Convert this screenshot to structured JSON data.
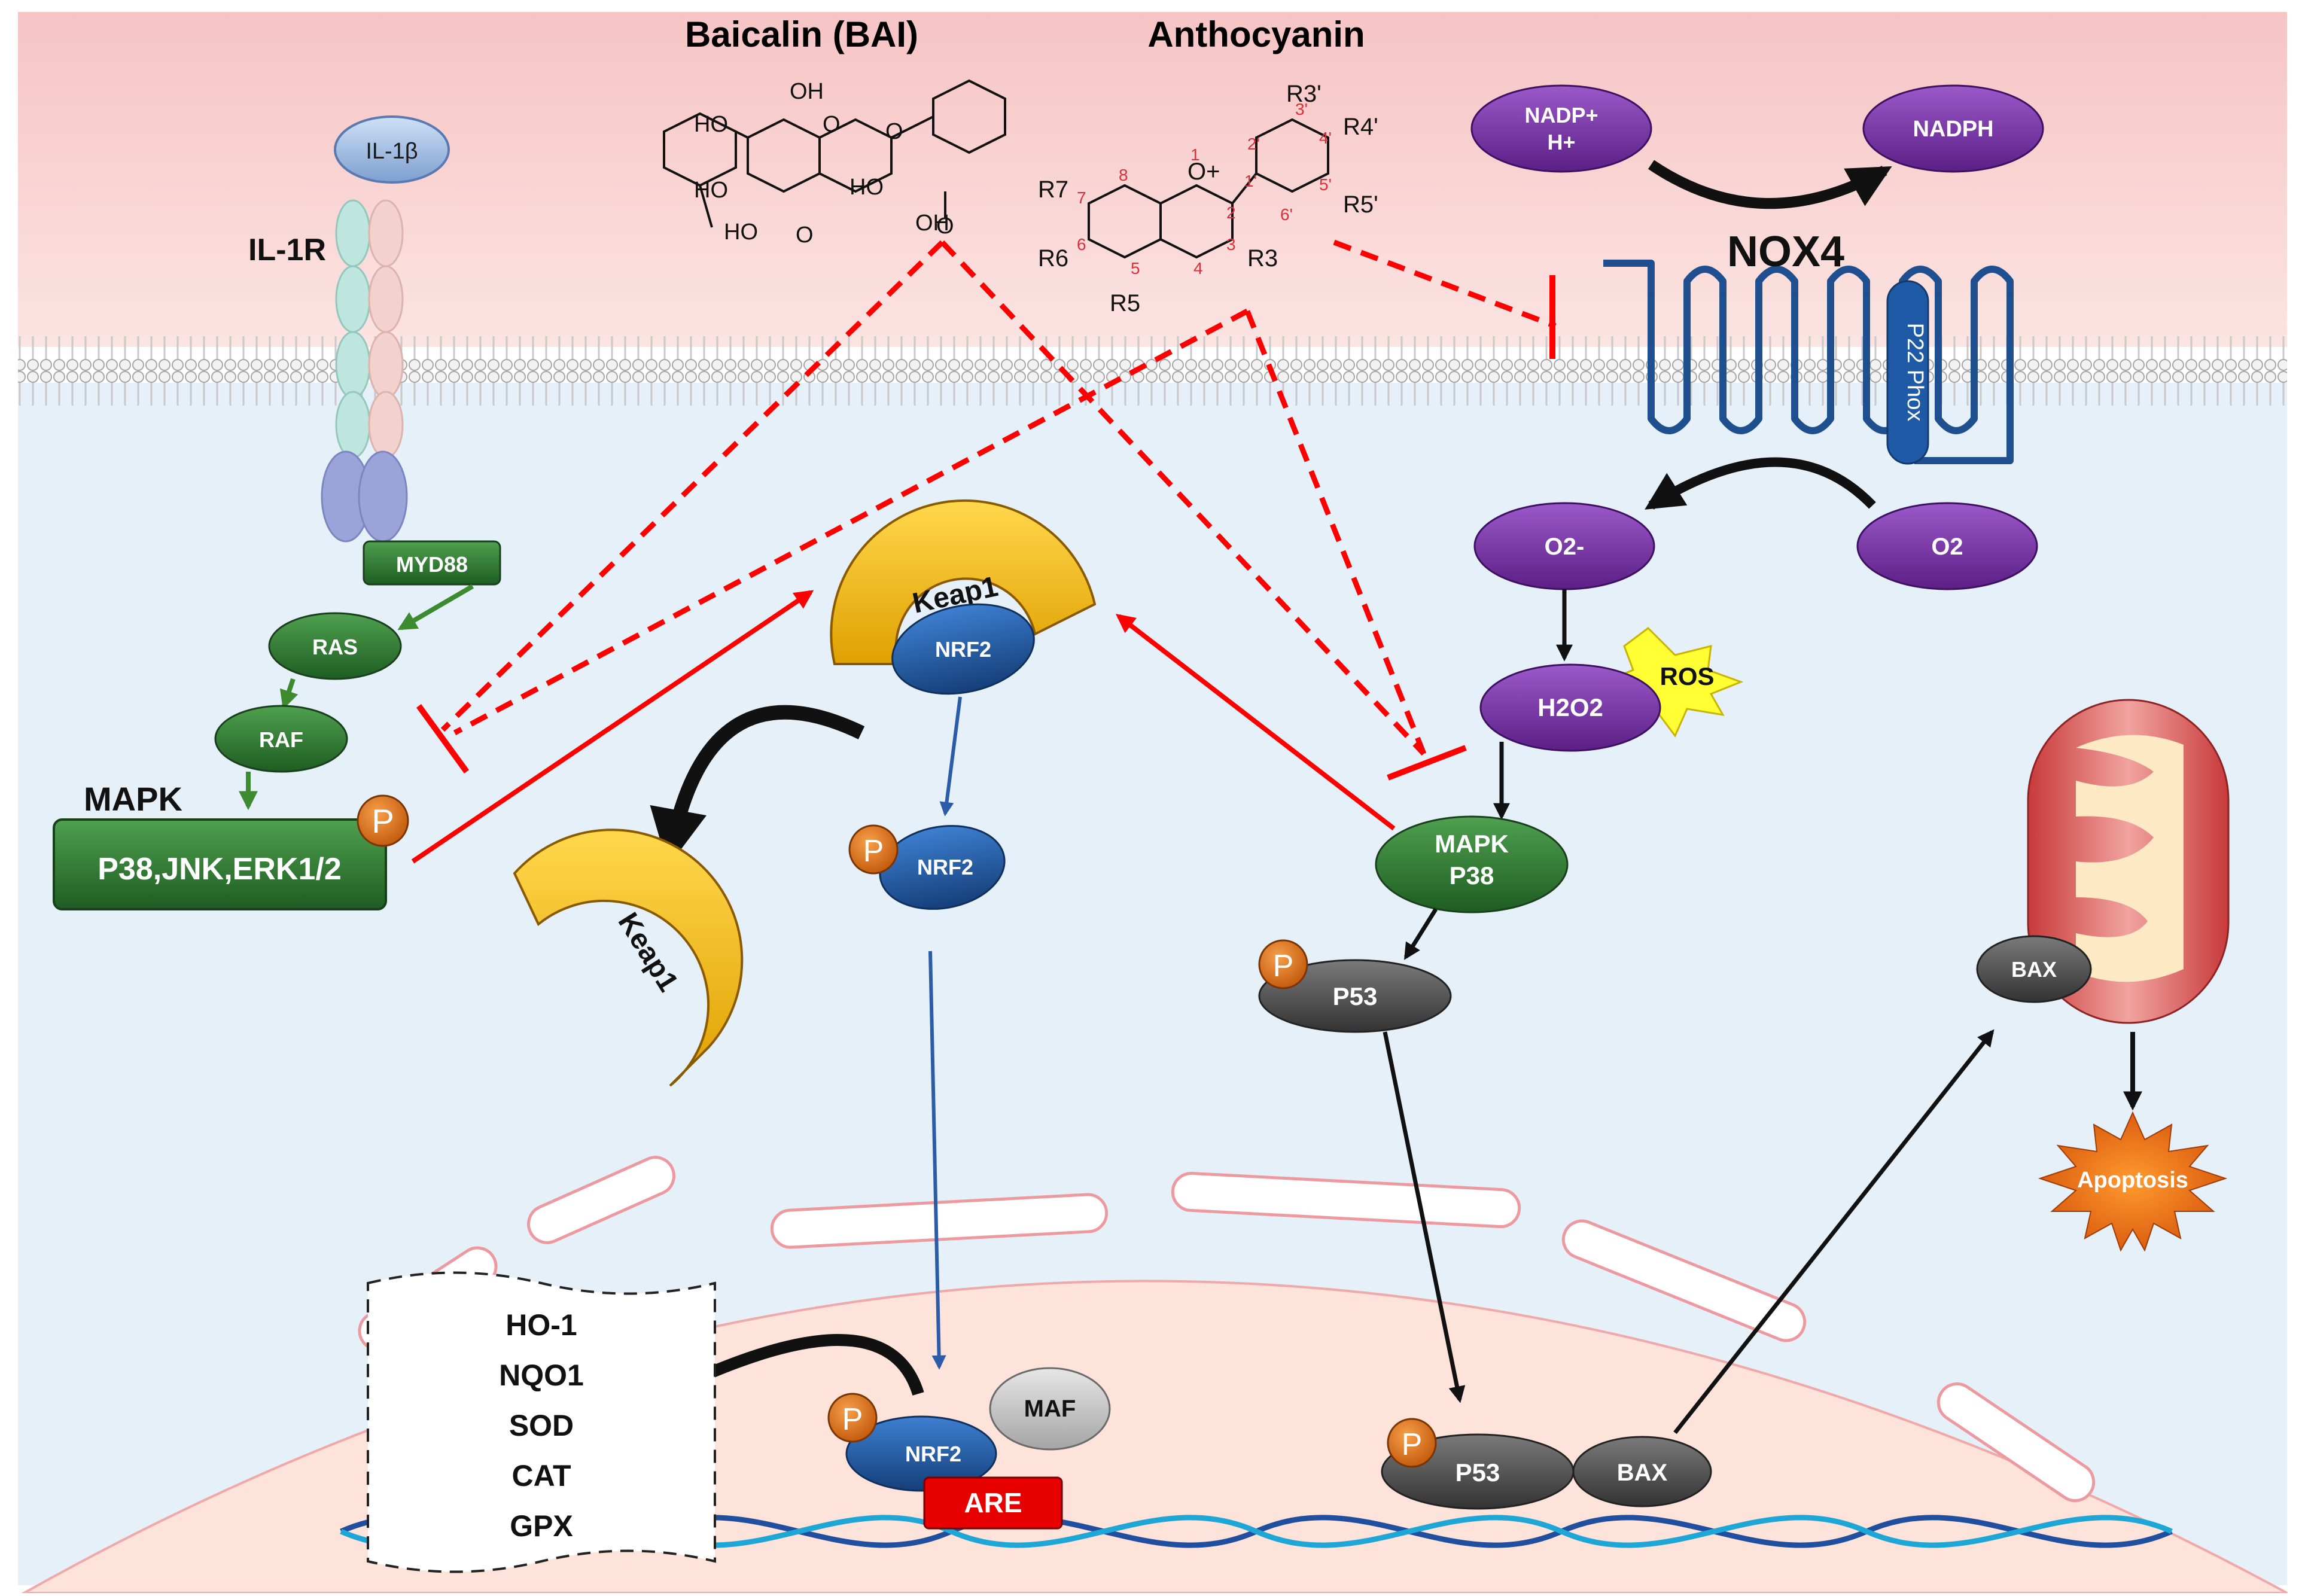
{
  "compounds": {
    "baicalin": "Baicalin (BAI)",
    "anthocyanin": "Anthocyanin"
  },
  "baicalin_atoms": {
    "oh_top": "OH",
    "ho_left1": "HO",
    "ho_left2": "HO",
    "ho_ring": "HO",
    "oh_bottom": "OH",
    "o_ketone": "O",
    "o_acid": "O",
    "ho_acid": "HO",
    "o_glyco": "O",
    "o_ring": "O"
  },
  "anthocyanin_atoms": {
    "r3p": "R3'",
    "r4p": "R4'",
    "r5p": "R5'",
    "r7": "R7",
    "r6": "R6",
    "r5": "R5",
    "r3": "R3",
    "o_plus": "O+",
    "n1": "1",
    "n2": "2",
    "n3": "3",
    "n4": "4",
    "n5": "5",
    "n6": "6",
    "n7": "7",
    "n8": "8",
    "n1p": "1'",
    "n2p": "2'",
    "n3p": "3'",
    "n4p": "4'",
    "n5p": "5'",
    "n6p": "6'"
  },
  "receptor": {
    "ligand": "IL-1β",
    "receptor": "IL-1R",
    "adaptor": "MYD88"
  },
  "mapk_cascade": {
    "ras": "RAS",
    "raf": "RAF",
    "group_label": "MAPK",
    "box": "P38,JNK,ERK1/2",
    "phospho": "P"
  },
  "nox": {
    "title": "NOX4",
    "p22": "P22 Phox",
    "nadp": "NADP+",
    "h_plus": "H+",
    "nadph": "NADPH",
    "o2": "O2",
    "o2_minus": "O2-",
    "h2o2": "H2O2",
    "ros": "ROS"
  },
  "keap_pathway": {
    "keap1": "Keap1",
    "keap1_free": "Keap1",
    "nrf2_bound": "NRF2",
    "nrf2_free": "NRF2",
    "nrf2_nuclear": "NRF2",
    "maf": "MAF",
    "are": "ARE",
    "phospho": "P"
  },
  "p38_pathway": {
    "mapk": "MAPK",
    "p38": "P38",
    "p53": "P53",
    "p53_nuclear": "P53",
    "bax_nuclear": "BAX",
    "phospho": "P"
  },
  "mito": {
    "bax": "BAX",
    "apoptosis": "Apoptosis"
  },
  "genes": [
    "HO-1",
    "NQO1",
    "SOD",
    "CAT",
    "GPX"
  ],
  "colors": {
    "extracellular": "#fbe0de",
    "cytoplasm": "#e6f0f8",
    "nucleus": "#fde6df",
    "green": "#2e7d32",
    "purple": "#7030a0",
    "blue_node": "#1f5aa6",
    "gray_node": "#5a5a5a",
    "inhibit_red": "#ff0000",
    "keap_yellow": "#ffc000",
    "phospho_orange": "#e36c0a"
  }
}
